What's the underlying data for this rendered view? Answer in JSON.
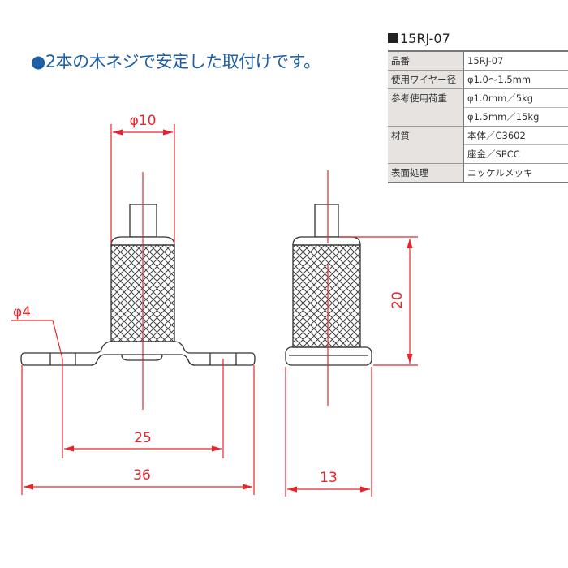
{
  "headline": "●2本の木ネジで安定した取付けです。",
  "spec": {
    "title": "15RJ-07",
    "rows": [
      {
        "key": "品番",
        "value": "15RJ-07"
      },
      {
        "key": "使用ワイヤー径",
        "value": "φ1.0〜1.5mm"
      },
      {
        "key": "参考使用荷重",
        "value": "φ1.0mm／5kg"
      },
      {
        "key": "",
        "value": "φ1.5mm／15kg"
      },
      {
        "key": "材質",
        "value": "本体／C3602"
      },
      {
        "key": "",
        "value": "座金／SPCC"
      },
      {
        "key": "表面処理",
        "value": "ニッケルメッキ"
      }
    ]
  },
  "dimensions": {
    "knob_dia": "φ10",
    "hole_dia": "φ4",
    "hole_pitch": "25",
    "base_width": "36",
    "height": "20",
    "depth": "13"
  },
  "colors": {
    "headline": "#1e5fa6",
    "dimension": "#e8242a",
    "line": "#333333"
  }
}
